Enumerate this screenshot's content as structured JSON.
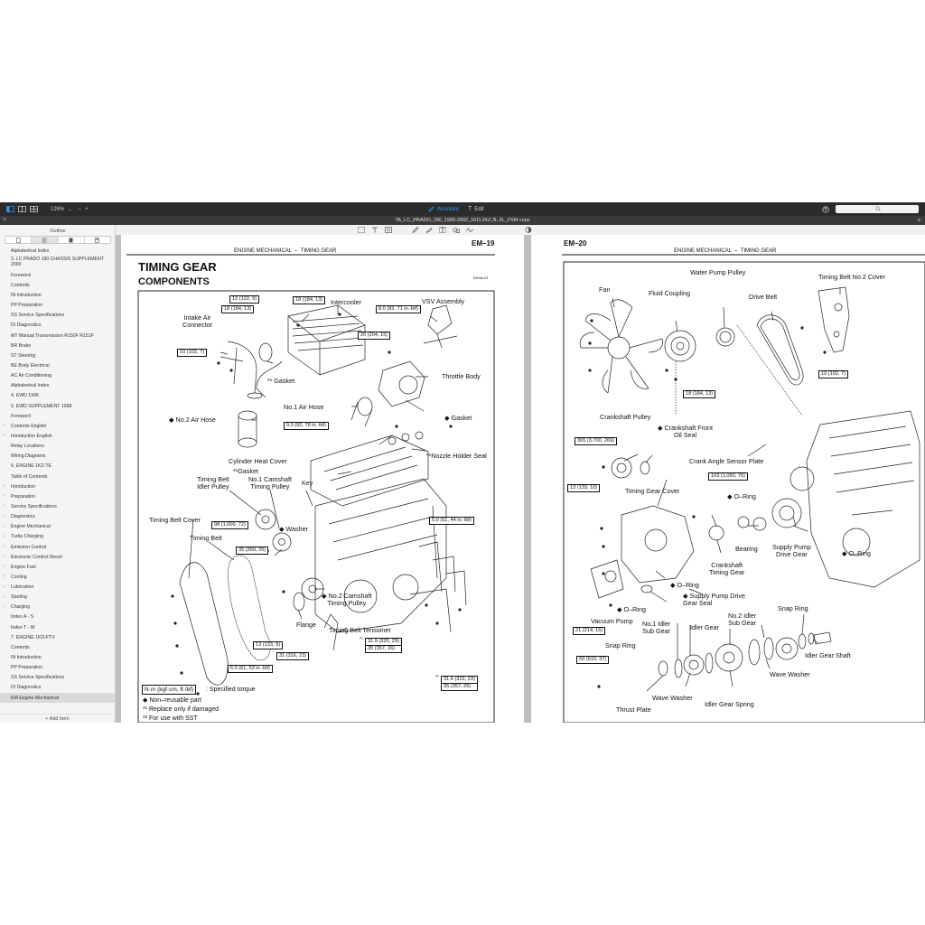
{
  "toolbar": {
    "zoom": "126%",
    "zoom_minus": "−",
    "zoom_plus": "+",
    "annotate_label": "Annotate",
    "edit_label": "Edit"
  },
  "tab": {
    "close": "×",
    "title": "TA_LC_PRADO_J90_1996-2002_1KD,1KZ,3L,5L_FSM copy",
    "add": "+"
  },
  "sidebar": {
    "title": "Outline",
    "add_item": "+ Add Item",
    "items": [
      "Alphabetical Index",
      "3. LC PRADO J90 CHASSIS SUPPLEMENT 2000",
      "Foreword",
      "Contents",
      "IN Introduction",
      "PP Preparation",
      "SS Service Specifications",
      "DI Diagnostics",
      "MT Manual Transmission R150F R151F",
      "BR Brake",
      "ST Steering",
      "BE Body Electrical",
      "AC Air Conditioning",
      "Alphabetical Index",
      "4. EWD 1996",
      "5. EWD SUPPLEMENT 1998",
      "Foreword",
      "Contents English",
      "Introduction English",
      "Relay Locations",
      "Wiring Diagrams",
      "6. ENGINE 1KZ-TE",
      "Table of Contents",
      "Introduction",
      "Preparation",
      "Service Specifications",
      "Diagnostics",
      "Engine Mechanical",
      "Turbo Charging",
      "Emission Control",
      "Electronic Control Diesel",
      "Engine Fuel",
      "Cooling",
      "Lubrication",
      "Starting",
      "Charging",
      "Index A - S",
      "Index T - W",
      "7. ENGINE 1KD-FTV",
      "Contents",
      "IN Introduction",
      "PP Preparation",
      "SS Service Specifications",
      "DI Diagnostics",
      "EM Engine Mechanical"
    ]
  },
  "page1": {
    "header_code": "EM–19",
    "section": "ENGINE MECHANICAL",
    "dash": "–",
    "subsection": "TIMING GEAR",
    "title": "TIMING GEAR",
    "subtitle": "COMPONENTS",
    "fig_code": "EM1ab-03",
    "labels": {
      "intercooler": "Intercooler",
      "vsv": "VSV Assembly",
      "intake_air_connector": "Intake Air\nConnector",
      "gasket1": "*¹ Gasket",
      "throttle_body": "Throttle Body",
      "no1_air_hose": "No.1 Air Hose",
      "gasket2": "◆ Gasket",
      "no2_air_hose": "◆ No.2 Air Hose",
      "cylinder_heat_cover": "Cylinder Heat Cover",
      "nozzle_holder_seal": "*¹Nozzle Holder Seal",
      "gasket3": "*¹Gasket",
      "timing_belt_idler": "Timing Belt\nIdler Pulley",
      "no1_camshaft": "No.1 Camshaft\nTiming Pulley",
      "key": "Key",
      "timing_belt_cover": "Timing Belt Cover",
      "timing_belt": "Timing Belt",
      "washer": "◆ Washer",
      "no2_camshaft": "◆ No.2 Camshaft\nTiming Pulley",
      "flange": "Flange",
      "tensioner": "Timing Belt Tensioner"
    },
    "torques": {
      "t1": "12 (122, 9)",
      "t2": "18 (184, 13)",
      "t3": "18 (184, 13)",
      "t4": "8.0 (82, 71 in.·lbf)",
      "t5": "20 (204, 15)",
      "t6": "10 (102, 7)",
      "t7": "9.0 (92, 78 in.·lbf)",
      "t8": "98 (1,000, 72)",
      "t9": "35 (350, 25)",
      "t10": "5.0 (51, 44 in.·lbf)",
      "t11": "13 (133, 9)",
      "t12": "31 (316, 23)",
      "t13a": "31.9 (325, 29)",
      "t13b": "35 (357, 26)",
      "t14": "6.0 (61, 53 in.·lbf)",
      "t15a": "31.6 (322, 23)",
      "t15b": "35 (357, 26)",
      "star1": "*¹",
      "star2": "*²"
    },
    "legend": {
      "unit": "N·m (kgf·cm, ft·lbf)",
      "unit_desc": ": Specified torque",
      "l1": "◆ Non–reusable part",
      "l2": "*¹ Replace only if damaged",
      "l3": "*² For use with SST"
    }
  },
  "page2": {
    "header_code": "EM–20",
    "section": "ENGINE MECHANICAL",
    "dash": "–",
    "subsection": "TIMING GEAR",
    "labels": {
      "wp_pulley": "Water Pump Pulley",
      "tb_no2_cover": "Timing Belt No.2 Cover",
      "fan": "Fan",
      "fluid_coupling": "Fluid Coupling",
      "drive_belt": "Drive Belt",
      "crank_pulley": "Crankshaft Pulley",
      "crank_front_seal": "◆ Crankshaft Front\nOil Seal",
      "crank_angle_plate": "Crank Angle Sensor Plate",
      "tg_cover": "Timing Gear Cover",
      "oring1": "◆ O–Ring",
      "bearing": "Bearing",
      "sp_drive_gear": "Supply Pump\nDrive Gear",
      "oring2": "◆ O–Ring",
      "crank_timing_gear": "Crankshaft\nTiming Gear",
      "oring3": "◆ O–Ring",
      "oring4": "◆ O–Ring",
      "sp_seal": "◆ Supply Pump Drive\nGear Seal",
      "vacuum_pump": "Vacuum Pump",
      "no1_idler": "No.1 Idler\nSub Gear",
      "idler_gear": "Idler Gear",
      "no2_idler": "No.2 Idler\nSub Gear",
      "snap_ring1": "Snap Ring",
      "snap_ring2": "Snap Ring",
      "idler_shaft": "Idler Gear Shaft",
      "wave_washer1": "Wave Washer",
      "wave_washer2": "Wave Washer",
      "idler_spring": "Idler Gear Spring",
      "thrust_plate": "Thrust Plate"
    },
    "torques": {
      "t1": "10 (102, 7)",
      "t2": "18 (184, 13)",
      "t3": "365 (3,700, 269)",
      "t4": "103 (1,050, 76)",
      "t5": "13 (133, 10)",
      "t6": "21 (214, 15)",
      "t7": "50 (510, 37)"
    }
  }
}
